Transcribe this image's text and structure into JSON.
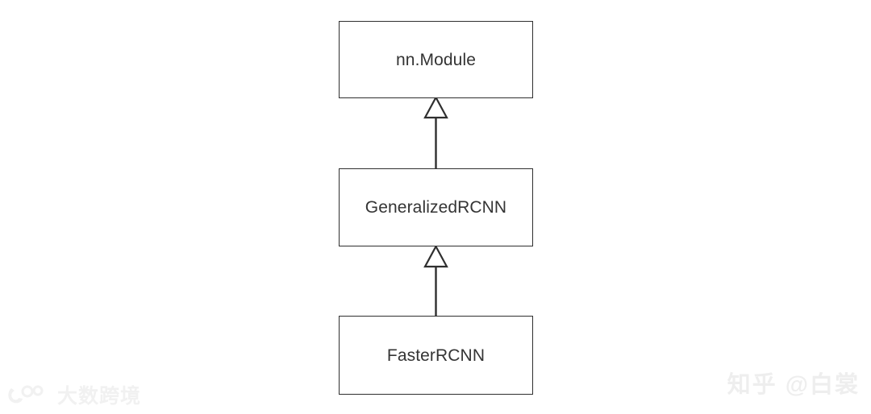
{
  "diagram": {
    "type": "uml-class-inheritance",
    "background_color": "#ffffff",
    "box_border_color": "#2f2f2f",
    "text_color": "#343434",
    "classes": [
      {
        "id": "nn-module",
        "label": "nn.Module"
      },
      {
        "id": "generalizedrcnn",
        "label": "GeneralizedRCNN"
      },
      {
        "id": "fasterrcnn",
        "label": "FasterRCNN"
      }
    ],
    "relations": [
      {
        "type": "generalization",
        "from": "GeneralizedRCNN",
        "to": "nn.Module"
      },
      {
        "type": "generalization",
        "from": "FasterRCNN",
        "to": "GeneralizedRCNN"
      }
    ]
  },
  "watermarks": {
    "left": {
      "text": "大数跨境",
      "icon": "dashujingjing-logo-icon",
      "color": "#f1f1f1"
    },
    "right": {
      "text": "知乎 @白裳",
      "color": "#eeeeee"
    }
  }
}
